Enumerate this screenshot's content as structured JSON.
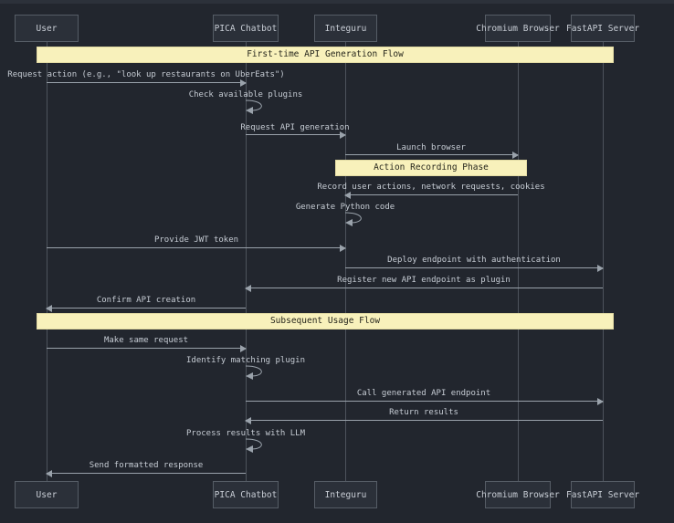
{
  "diagram": {
    "type": "sequence-diagram",
    "participants": [
      {
        "id": "user",
        "label": "User"
      },
      {
        "id": "pica-chatbot",
        "label": "PICA Chatbot"
      },
      {
        "id": "integuru",
        "label": "Integuru"
      },
      {
        "id": "chromium-browser",
        "label": "Chromium Browser"
      },
      {
        "id": "fastapi-server",
        "label": "FastAPI Server"
      }
    ],
    "bands": [
      {
        "id": "first-time-flow",
        "label": "First-time API Generation Flow"
      },
      {
        "id": "action-recording-phase",
        "label": "Action Recording Phase"
      },
      {
        "id": "subsequent-usage-flow",
        "label": "Subsequent Usage Flow"
      }
    ],
    "messages": [
      {
        "label": "Request action (e.g., \"look up restaurants on UberEats\")",
        "from": "User",
        "to": "PICA Chatbot",
        "kind": "solid-right"
      },
      {
        "label": "Check available plugins",
        "from": "PICA Chatbot",
        "to": "PICA Chatbot",
        "kind": "self"
      },
      {
        "label": "Request API generation",
        "from": "PICA Chatbot",
        "to": "Integuru",
        "kind": "solid-right"
      },
      {
        "label": "Launch browser",
        "from": "Integuru",
        "to": "Chromium Browser",
        "kind": "solid-right"
      },
      {
        "label": "Record user actions, network requests, cookies",
        "from": "Chromium Browser",
        "to": "Integuru",
        "kind": "solid-left"
      },
      {
        "label": "Generate Python code",
        "from": "Integuru",
        "to": "Integuru",
        "kind": "self"
      },
      {
        "label": "Provide JWT token",
        "from": "User",
        "to": "Integuru",
        "kind": "solid-right"
      },
      {
        "label": "Deploy endpoint with authentication",
        "from": "Integuru",
        "to": "FastAPI Server",
        "kind": "solid-right"
      },
      {
        "label": "Register new API endpoint as plugin",
        "from": "FastAPI Server",
        "to": "PICA Chatbot",
        "kind": "solid-left"
      },
      {
        "label": "Confirm API creation",
        "from": "PICA Chatbot",
        "to": "User",
        "kind": "solid-left"
      },
      {
        "label": "Make same request",
        "from": "User",
        "to": "PICA Chatbot",
        "kind": "solid-right"
      },
      {
        "label": "Identify matching plugin",
        "from": "PICA Chatbot",
        "to": "PICA Chatbot",
        "kind": "self"
      },
      {
        "label": "Call generated API endpoint",
        "from": "PICA Chatbot",
        "to": "FastAPI Server",
        "kind": "solid-right"
      },
      {
        "label": "Return results",
        "from": "FastAPI Server",
        "to": "PICA Chatbot",
        "kind": "solid-left"
      },
      {
        "label": "Process results with LLM",
        "from": "PICA Chatbot",
        "to": "PICA Chatbot",
        "kind": "self"
      },
      {
        "label": "Send formatted response",
        "from": "PICA Chatbot",
        "to": "User",
        "kind": "solid-left"
      }
    ],
    "colors": {
      "background": "#22262e",
      "participant_fill": "#2b3039",
      "participant_border": "#565d66",
      "band_fill": "#f8f1bb",
      "band_text": "#26261c",
      "line": "#9aa2ab",
      "message_text": "#c6ccd4"
    }
  }
}
